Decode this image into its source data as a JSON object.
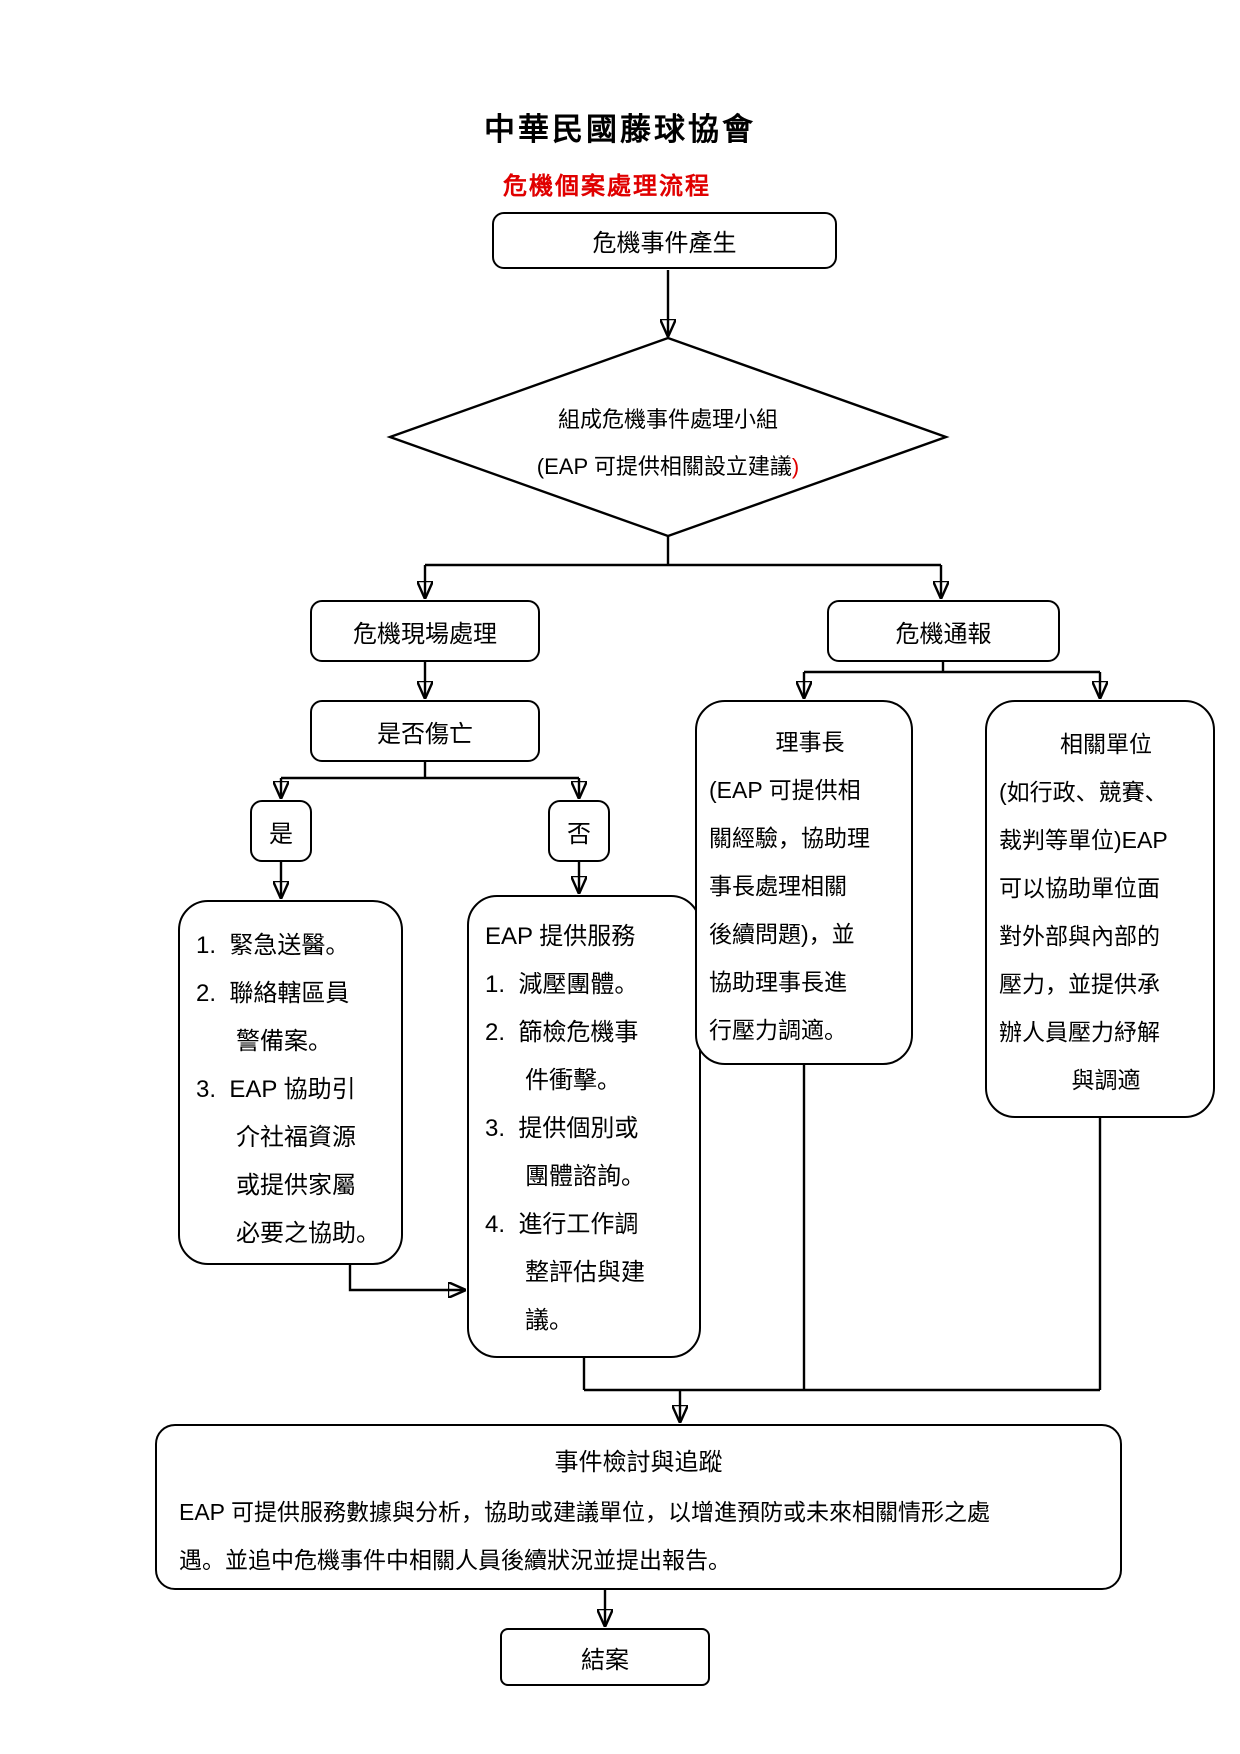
{
  "page": {
    "background": "#ffffff",
    "line_color": "#000000",
    "accent_red": "#e00000"
  },
  "header": {
    "title": "中華民國藤球協會",
    "subtitle": "危機個案處理流程"
  },
  "nodes": {
    "start": {
      "label": "危機事件產生"
    },
    "decision": {
      "line1": "組成危機事件處理小組",
      "line2_main": "(EAP 可提供相關設立建議",
      "line2_red": ")"
    },
    "onsite": {
      "label": "危機現場處理"
    },
    "report": {
      "label": "危機通報"
    },
    "casualty": {
      "label": "是否傷亡"
    },
    "yes": {
      "label": "是"
    },
    "no": {
      "label": "否"
    },
    "yes_actions": {
      "rows": [
        {
          "t": "1.  緊急送醫。"
        },
        {
          "t": "2.  聯絡轄區員"
        },
        {
          "t": "警備案。",
          "c": "indent"
        },
        {
          "t": "3.  EAP 協助引"
        },
        {
          "t": "介社福資源",
          "c": "indent"
        },
        {
          "t": "或提供家屬",
          "c": "indent"
        },
        {
          "t": "必要之協助。",
          "c": "indent"
        }
      ]
    },
    "eap_services": {
      "rows": [
        {
          "t": "EAP 提供服務"
        },
        {
          "t": "1.  減壓團體。"
        },
        {
          "t": "2.  篩檢危機事"
        },
        {
          "t": "件衝擊。",
          "c": "indent"
        },
        {
          "t": "3.  提供個別或"
        },
        {
          "t": "團體諮詢。",
          "c": "indent"
        },
        {
          "t": "4.  進行工作調"
        },
        {
          "t": "整評估與建",
          "c": "indent"
        },
        {
          "t": "議。",
          "c": "indent"
        }
      ]
    },
    "chairman": {
      "rows": [
        {
          "t": "理事長",
          "c": "center"
        },
        {
          "t": "(EAP 可提供相"
        },
        {
          "t": "關經驗，協助理"
        },
        {
          "t": "事長處理相關"
        },
        {
          "t": "後續問題)，並"
        },
        {
          "t": "協助理事長進"
        },
        {
          "t": "行壓力調適。"
        }
      ]
    },
    "units": {
      "rows": [
        {
          "t": "相關單位",
          "c": "center"
        },
        {
          "t": "(如行政、競賽、"
        },
        {
          "t": "裁判等單位)EAP"
        },
        {
          "t": "可以協助單位面"
        },
        {
          "t": "對外部與內部的"
        },
        {
          "t": "壓力，並提供承"
        },
        {
          "t": "辦人員壓力紓解"
        },
        {
          "t": "與調適",
          "c": "center"
        }
      ]
    },
    "review": {
      "heading": "事件檢討與追蹤",
      "lines": [
        {
          "t": "EAP 可提供服務數據與分析，協助或建議單位，以增進預防或未來相關情形之處"
        },
        {
          "t": "遇。並追中危機事件中相關人員後續狀況並提出報告。"
        }
      ]
    },
    "close": {
      "label": "結案"
    }
  }
}
